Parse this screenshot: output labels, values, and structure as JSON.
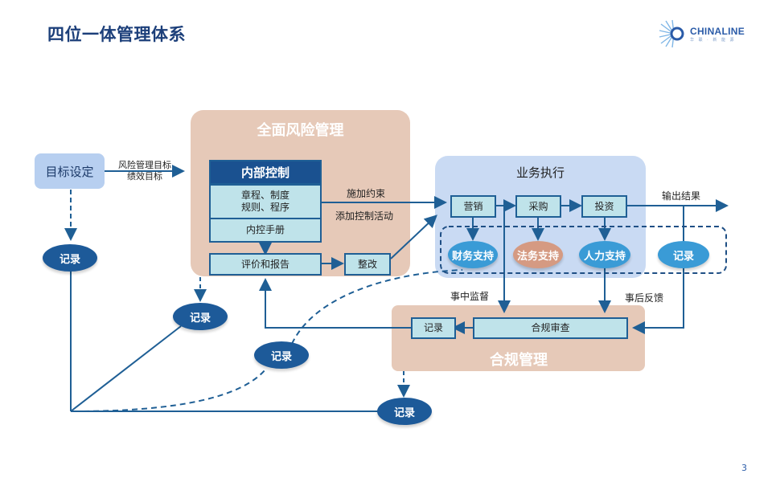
{
  "slide": {
    "title": "四位一体管理体系",
    "page_number": "3",
    "logo": {
      "name": "CHINALINE",
      "subtitle": "华 联 · 新 能 源"
    }
  },
  "goal": {
    "label": "目标设定",
    "arrow_label_line1": "风险管理目标",
    "arrow_label_line2": "绩效目标"
  },
  "risk_mgmt": {
    "title": "全面风险管理",
    "internal_control": {
      "header": "内部控制",
      "rules_line1": "章程、制度",
      "rules_line2": "规则、程序",
      "manual": "内控手册"
    },
    "evaluation": "评价和报告",
    "rectify": "整改",
    "constraint_label": "施加约束",
    "control_activity_label": "添加控制活动"
  },
  "business": {
    "title": "业务执行",
    "steps": [
      "营销",
      "采购",
      "投资"
    ],
    "supports": [
      "财务支持",
      "法务支持",
      "人力支持"
    ],
    "record": "记录",
    "output_label": "输出结果"
  },
  "compliance": {
    "title": "合规管理",
    "review": "合规审查",
    "record": "记录",
    "during_label": "事中监督",
    "after_label": "事后反馈"
  },
  "records": {
    "goal_record": "记录",
    "risk_record": "记录",
    "compliance_record_mid": "记录",
    "compliance_record_bottom": "记录"
  },
  "colors": {
    "title": "#1c3f7a",
    "line": "#1f5f95",
    "risk_panel": "#e6c9b8",
    "business_panel": "#c9daf3",
    "box_fill": "#bfe3ea",
    "record_dark": "#1d5a99",
    "record_light": "#3a9bd6",
    "legal_support": "#d59a82"
  }
}
